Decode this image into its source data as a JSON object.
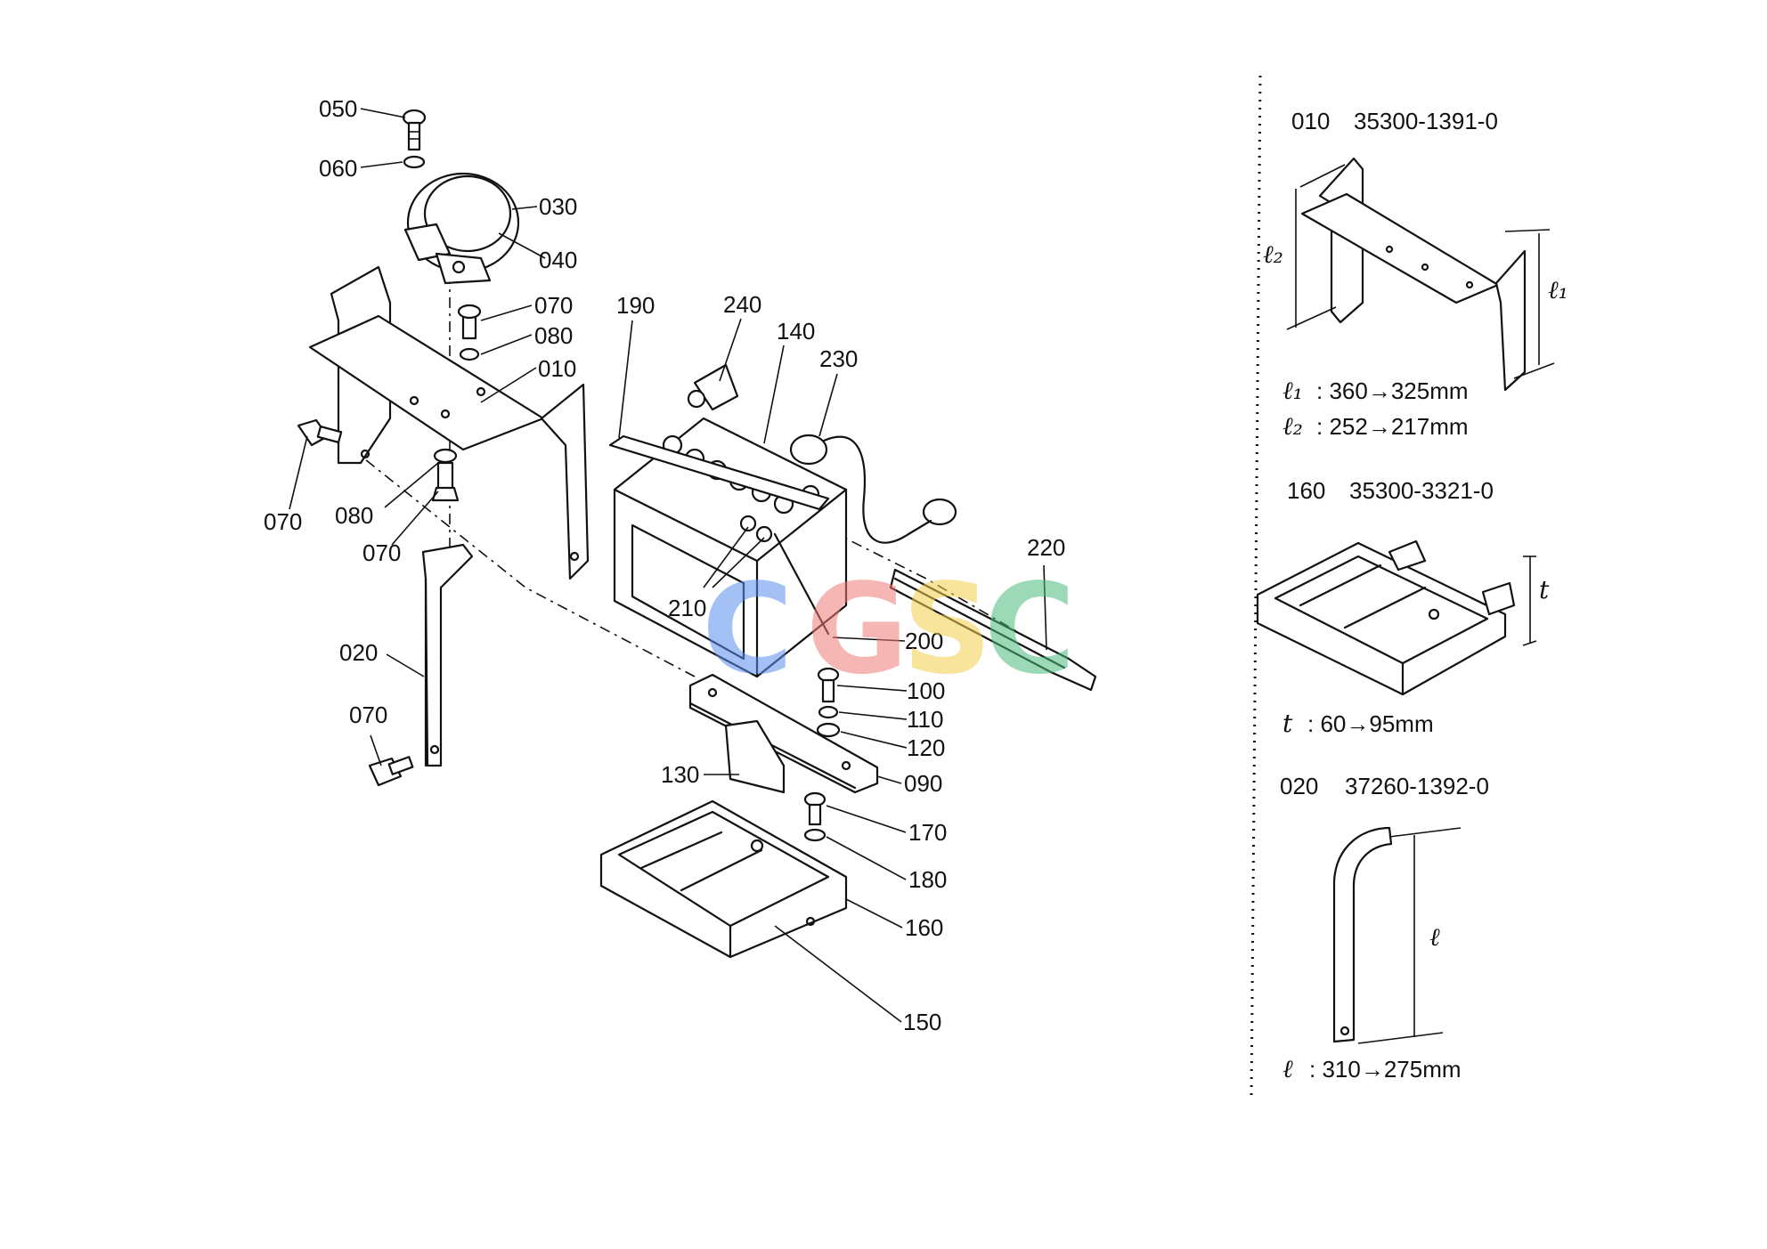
{
  "callouts": {
    "c050": "050",
    "c060": "060",
    "c030": "030",
    "c040": "040",
    "c070a": "070",
    "c080a": "080",
    "c010": "010",
    "c070b": "070",
    "c080b": "080",
    "c070c": "070",
    "c020": "020",
    "c070d": "070",
    "c190": "190",
    "c240": "240",
    "c140": "140",
    "c230": "230",
    "c220": "220",
    "c210": "210",
    "c200": "200",
    "c100": "100",
    "c110": "110",
    "c120": "120",
    "c130": "130",
    "c090": "090",
    "c170": "170",
    "c180": "180",
    "c160": "160",
    "c150": "150"
  },
  "specs": {
    "part010": {
      "ref": "010",
      "number": "35300-1391-0",
      "line1_sym": "ℓ₁",
      "line1_val": ": 360→325mm",
      "line2_sym": "ℓ₂",
      "line2_val": ": 252→217mm",
      "dim1": "ℓ₁",
      "dim2": "ℓ₂"
    },
    "part160": {
      "ref": "160",
      "number": "35300-3321-0",
      "line1_sym": "t",
      "line1_val": ": 60→95mm",
      "dim1": "t"
    },
    "part020": {
      "ref": "020",
      "number": "37260-1392-0",
      "line1_sym": "ℓ",
      "line1_val": ": 310→275mm",
      "dim1": "ℓ"
    }
  },
  "watermark": {
    "letters": [
      "C",
      "G",
      "S",
      "C"
    ],
    "colors": [
      "#5b8ff0",
      "#ef7b76",
      "#f4cf4a",
      "#4dbb7d"
    ]
  }
}
